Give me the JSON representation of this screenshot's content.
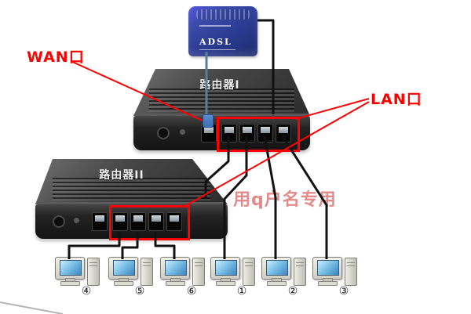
{
  "diagram": {
    "wan_label": "WAN口",
    "lan_label": "LAN口",
    "watermark": "用q户名专用"
  },
  "devices": {
    "modem_label": "ADSL",
    "router1_label": "路由器I",
    "router2_label": "路由器II"
  },
  "computers": [
    {
      "label": "④"
    },
    {
      "label": "⑤"
    },
    {
      "label": "⑥"
    },
    {
      "label": "①"
    },
    {
      "label": "②"
    },
    {
      "label": "③"
    }
  ],
  "colors": {
    "annotation_red": "#ff0000",
    "watermark_pink": "#e07d7d",
    "cable_black": "#111111",
    "cable_blue_gray": "#5b7b9b",
    "modem_blue": "#2e3f8f",
    "router_dark": "#333333",
    "screen_blue": "#58a8d8"
  }
}
